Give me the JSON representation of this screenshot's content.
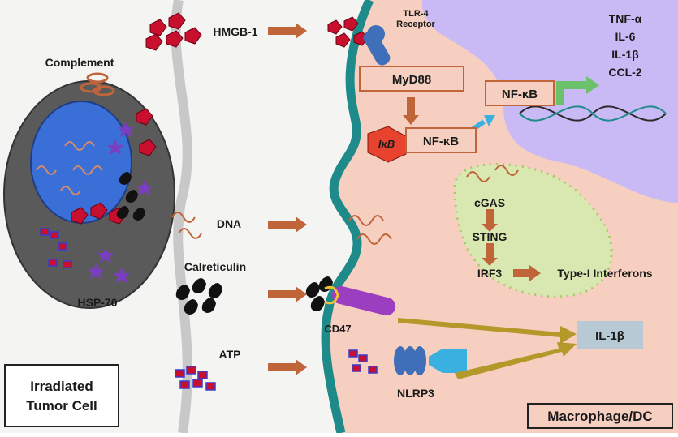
{
  "colors": {
    "macrophage_body": "#f6cfc0",
    "macrophage_membrane": "#1f8a8a",
    "nucleus_macrophage": "#c9b9f5",
    "tumor_cell": "#5a5a5a",
    "tumor_nucleus": "#3a6fd8",
    "hmgb1": "#c8102e",
    "arrow_orange": "#c0653a",
    "arrow_olive": "#b5982a",
    "er": "#d9e8b0",
    "il1b_box": "#b8c9d6"
  },
  "labels": {
    "complement": "Complement",
    "hsp70": "HSP-70",
    "hmgb1": "HMGB-1",
    "tlr4_line1": "TLR-4",
    "tlr4_line2": "Receptor",
    "myd88": "MyD88",
    "ikb": "IκB",
    "nfkb_cyto": "NF-κB",
    "nfkb_nuc": "NF-κB",
    "tnf": "TNF-α",
    "il6": "IL-6",
    "il1b_cyt": "IL-1β",
    "ccl2": "CCL-2",
    "dna": "DNA",
    "calreticulin": "Calreticulin",
    "cd47": "CD47",
    "atp": "ATP",
    "nlrp3": "NLRP3",
    "cgas": "cGAS",
    "sting": "STING",
    "irf3": "IRF3",
    "type1_ifn": "Type-I Interferons",
    "il1b_box": "IL-1β",
    "tumor_box_line1": "Irradiated",
    "tumor_box_line2": "Tumor Cell",
    "macrophage_box": "Macrophage/DC"
  }
}
